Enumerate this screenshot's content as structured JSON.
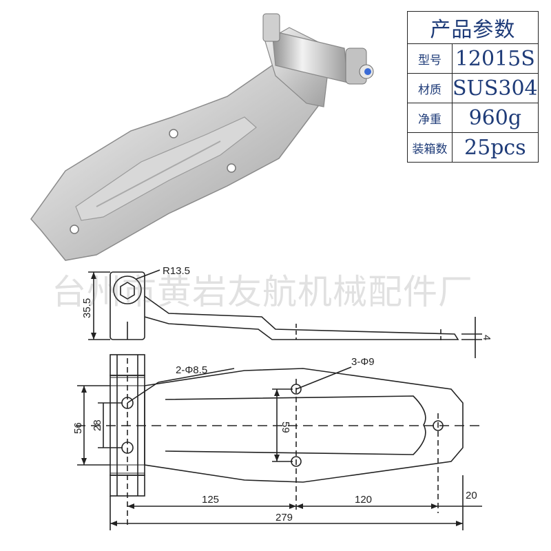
{
  "spec_table": {
    "title": "产品参数",
    "rows": [
      {
        "label": "型号",
        "value": "12015S"
      },
      {
        "label": "材质",
        "value": "SUS304"
      },
      {
        "label": "净重",
        "value": "960g"
      },
      {
        "label": "装箱数",
        "value": "25pcs"
      }
    ]
  },
  "watermark": "台州市黄岩友航机械配件厂",
  "drawing": {
    "radius_label": "R13.5",
    "height_label": "35.5",
    "thickness_label": "4",
    "hole_a_label": "2-Φ8.5",
    "hole_b_label": "3-Φ9",
    "width_outer_label": "56",
    "width_inner_label": "28",
    "hole_spacing_label": "59",
    "dim_125": "125",
    "dim_120": "120",
    "dim_20": "20",
    "total_length": "279"
  },
  "colors": {
    "table_text": "#1e3b78",
    "line": "#222222"
  }
}
